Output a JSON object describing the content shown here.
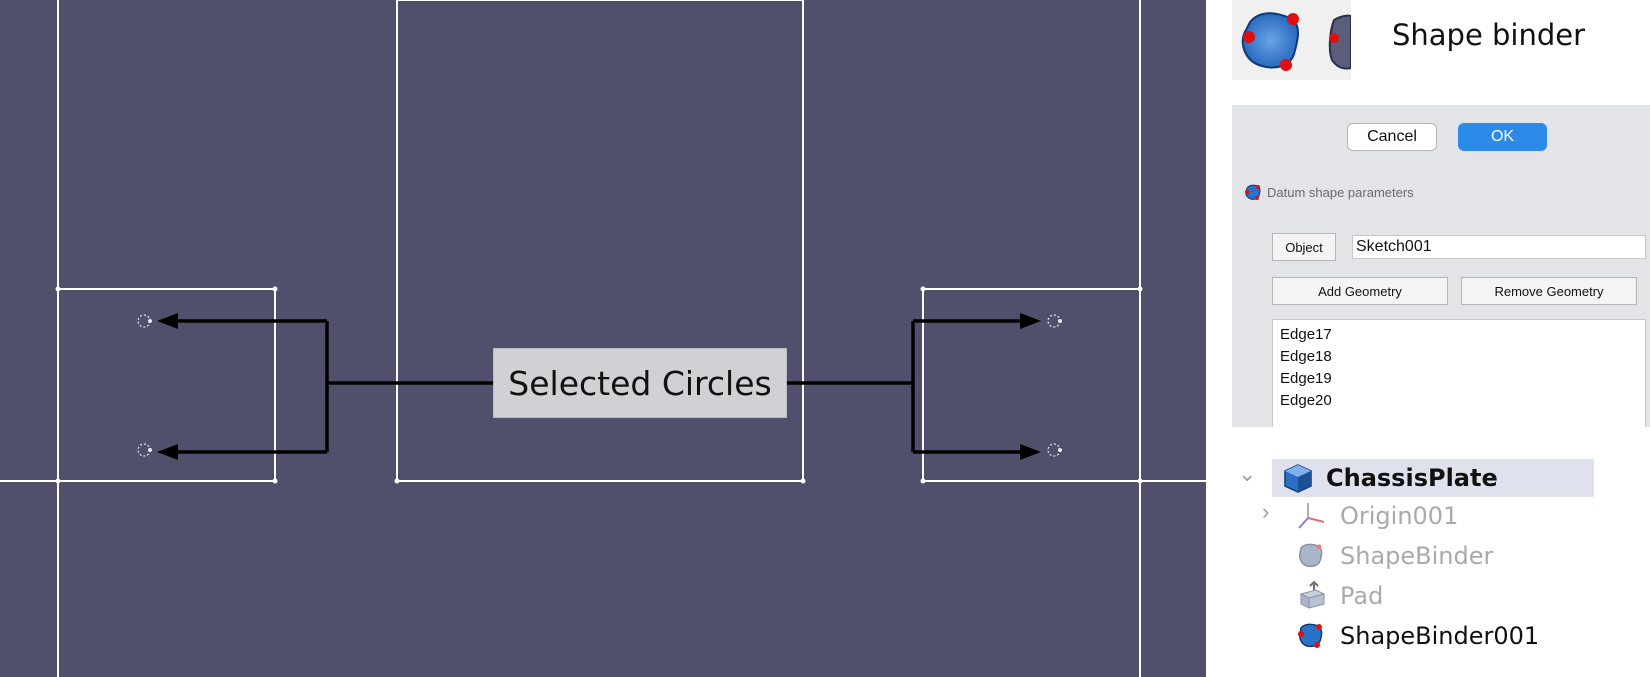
{
  "viewport": {
    "callout_label": "Selected Circles",
    "background": "#504f6c"
  },
  "toolbar": {
    "title": "Shape binder",
    "icons": [
      "shapebinder-icon",
      "subshapebinder-icon"
    ]
  },
  "task_panel": {
    "cancel_label": "Cancel",
    "ok_label": "OK",
    "ok_color": "#2c8ae8",
    "section_title": "Datum shape parameters",
    "object_button_label": "Object",
    "object_value": "Sketch001",
    "add_geometry_label": "Add Geometry",
    "remove_geometry_label": "Remove Geometry",
    "edges": [
      "Edge17",
      "Edge18",
      "Edge19",
      "Edge20"
    ]
  },
  "tree": {
    "root": {
      "label": "ChassisPlate",
      "icon": "body-icon",
      "expanded": true
    },
    "children": [
      {
        "label": "Origin001",
        "icon": "origin-icon",
        "state": "hidden"
      },
      {
        "label": "ShapeBinder",
        "icon": "shapebinder-icon",
        "state": "hidden"
      },
      {
        "label": "Pad",
        "icon": "pad-icon",
        "state": "hidden"
      },
      {
        "label": "ShapeBinder001",
        "icon": "shapebinder-icon",
        "state": "visible"
      }
    ]
  }
}
